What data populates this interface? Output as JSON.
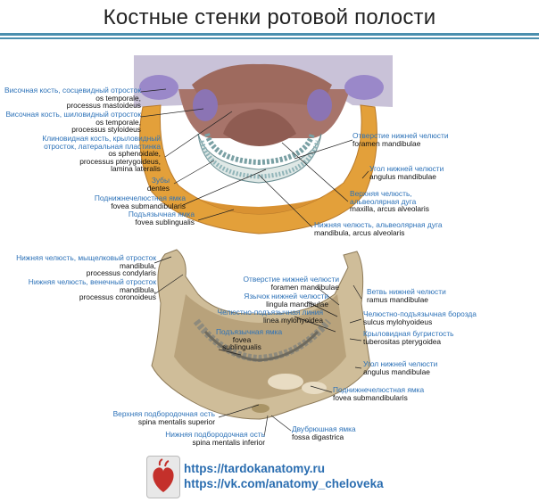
{
  "title": "Костные стенки ротовой полости",
  "top_labels": [
    {
      "ru": "Височная кость, сосцевидный отросток",
      "la": [
        "os temporale,",
        "processus mastoideus"
      ]
    },
    {
      "ru": "Височная кость, шиловидный отросток",
      "la": [
        "os temporale,",
        "processus styloideus"
      ]
    },
    {
      "ru": "Клиновидная кость, крыловидный",
      "ru2": "отросток, латеральная пластинка",
      "la": [
        "os sphenoidale,",
        "processus pterygoideus,",
        "lamina lateralis"
      ]
    },
    {
      "ru": "Зубы",
      "la": [
        "dentes"
      ]
    },
    {
      "ru": "Поднижнечелюстная ямка",
      "la": [
        "fovea submandibularis"
      ]
    },
    {
      "ru": "Подъязычная ямка",
      "la": [
        "fovea sublingualis"
      ]
    },
    {
      "ru": "Отверстие нижней челюсти",
      "la": [
        "foramen mandibulae"
      ]
    },
    {
      "ru": "Угол нижней челюсти",
      "la": [
        "angulus mandibulae"
      ]
    },
    {
      "ru": "Верхняя челюсть,",
      "ru2": "альвеолярная дуга",
      "la": [
        "maxilla, arcus alveolaris"
      ]
    },
    {
      "ru": "Нижняя челюсть, альвеолярная дуга",
      "la": [
        "mandibula, arcus alveolaris"
      ]
    }
  ],
  "bottom_labels": [
    {
      "ru": "Нижняя челюсть, мыщелковый отросток",
      "la": [
        "mandibula,",
        "processus condylaris"
      ]
    },
    {
      "ru": "Нижняя челюсть, венечный отросток",
      "la": [
        "mandibula,",
        "processus coronoideus"
      ]
    },
    {
      "ru": "Отверстие нижней челюсти",
      "la": [
        "foramen mandibulae"
      ]
    },
    {
      "ru": "Язычок нижней челюсти",
      "la": [
        "lingula mandibulae"
      ]
    },
    {
      "ru": "Челюстно-подъязычная линия",
      "la": [
        "linea mylohyoidea"
      ]
    },
    {
      "ru": "Подъязычная ямка",
      "la": [
        "fovea",
        "sublingualis"
      ]
    },
    {
      "ru": "Ветвь нижней челюсти",
      "la": [
        "ramus mandibulae"
      ]
    },
    {
      "ru": "Челюстно-подъязычная борозда",
      "la": [
        "sulcus mylohyoideus"
      ]
    },
    {
      "ru": "Крыловидная бугристость",
      "la": [
        "tuberositas pterygoidea"
      ]
    },
    {
      "ru": "Угол нижней челюсти",
      "la": [
        "angulus mandibulae"
      ]
    },
    {
      "ru": "Поднижнечелюстная ямка",
      "la": [
        "fovea submandibularis"
      ]
    },
    {
      "ru": "Верхняя подбородочная ость",
      "la": [
        "spina mentalis superior"
      ]
    },
    {
      "ru": "Нижняя подбородочная ость",
      "la": [
        "spina mentalis inferior"
      ]
    },
    {
      "ru": "Двубрюшная ямка",
      "la": [
        "fossa digastrica"
      ]
    }
  ],
  "footer": {
    "link1": "https://tardokanatomy.ru",
    "link2": "https://vk.com/anatomy_cheloveka"
  },
  "colors": {
    "accent": "#4b8fae",
    "label_ru": "#2d72b8",
    "bone_top": "#e8a93c",
    "bone_bottom": "#c9b694"
  },
  "icons": [
    "heart-logo-icon"
  ]
}
